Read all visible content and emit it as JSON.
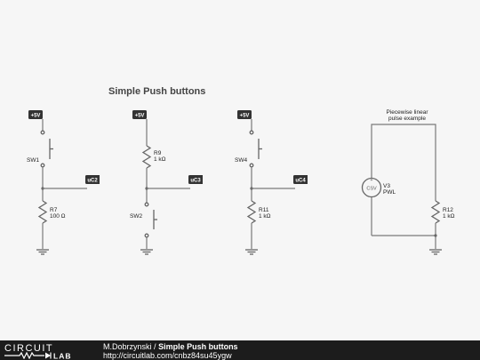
{
  "title": "Simple Push buttons",
  "supply_label": "+5V",
  "circuits": [
    {
      "switch": "SW1",
      "resistor": "R7",
      "resistor_value": "100 Ω",
      "output": "uC2"
    },
    {
      "switch": "SW2",
      "resistor": "R9",
      "resistor_value": "1 kΩ",
      "output": "uC3"
    },
    {
      "switch": "SW4",
      "resistor": "R11",
      "resistor_value": "1 kΩ",
      "output": "uC4"
    }
  ],
  "pwl": {
    "note_line1": "Piecewise linear",
    "note_line2": "pulse example",
    "source": "V3",
    "source_type": "PWL",
    "source_symbol": "CSV",
    "resistor": "R12",
    "resistor_value": "1 kΩ"
  },
  "footer": {
    "logo_top": "CIRCUIT",
    "logo_bottom": "LAB",
    "author": "M.Dobrzynski",
    "separator": "/",
    "project": "Simple Push buttons",
    "url": "http://circuitlab.com/cnbz84su45ygw"
  },
  "colors": {
    "canvas": "#f6f6f6",
    "footer": "#1c1c1c",
    "tag": "#333333",
    "wire": "#7a7a7a"
  }
}
